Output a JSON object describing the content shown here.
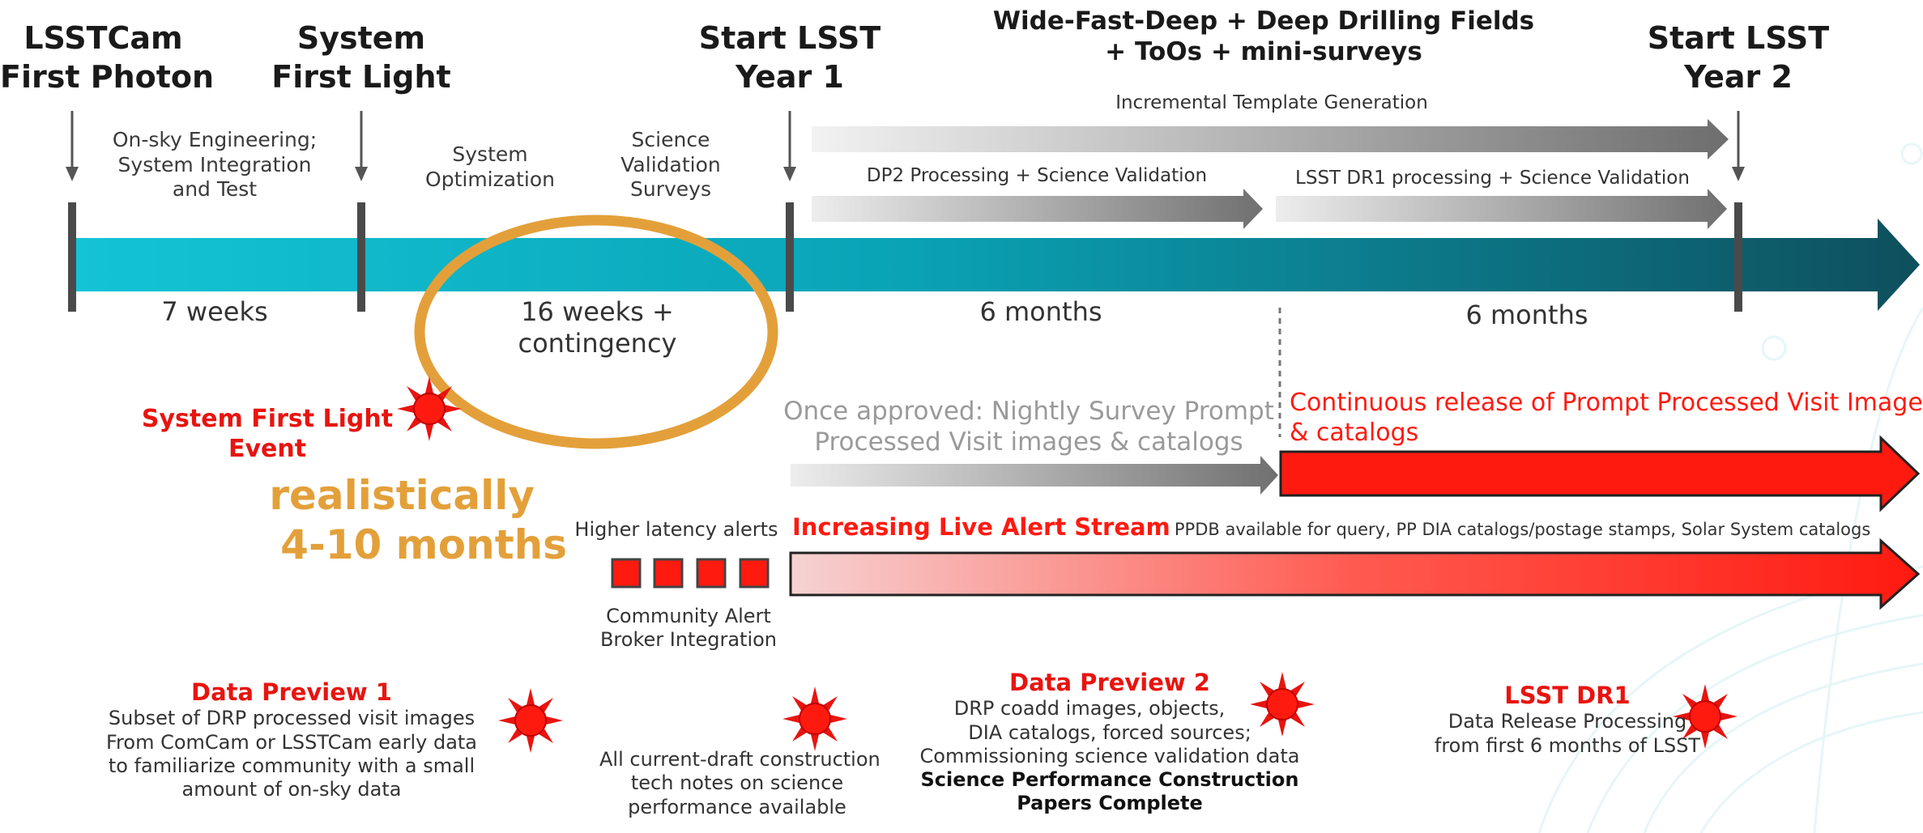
{
  "milestones": {
    "first_photon": [
      "LSSTCam",
      "First Photon"
    ],
    "first_light": [
      "System",
      "First Light"
    ],
    "year1": [
      "Start LSST",
      "Year 1"
    ],
    "year2": [
      "Start LSST",
      "Year 2"
    ]
  },
  "survey_title": [
    "Wide-Fast-Deep + Deep Drilling Fields",
    "+ ToOs + mini-surveys"
  ],
  "phases": {
    "engineering": [
      "On-sky Engineering;",
      "System Integration",
      "and Test"
    ],
    "optimization": [
      "System",
      "Optimization"
    ],
    "validation": [
      "Science",
      "Validation",
      "Surveys"
    ]
  },
  "bands": {
    "template": "Incremental Template Generation",
    "dp2": "DP2 Processing  + Science Validation",
    "dr1": "LSST DR1 processing + Science Validation"
  },
  "durations": {
    "d1": "7 weeks",
    "d2": [
      "16 weeks +",
      "contingency"
    ],
    "d3": "6 months",
    "d4": "6 months"
  },
  "first_light_event": [
    "System First Light",
    "Event"
  ],
  "realistic_note": [
    "realistically",
    "4-10 months"
  ],
  "prompt_processing": {
    "pending": [
      "Once approved: Nightly Survey Prompt",
      "Processed Visit images & catalogs"
    ],
    "release": [
      "Continuous release of Prompt Processed Visit Images",
      "& catalogs"
    ]
  },
  "alerts": {
    "higher_latency": "Higher latency alerts",
    "broker": [
      "Community Alert",
      "Broker Integration"
    ],
    "stream_title": "Increasing Live Alert Stream",
    "stream_detail": "PPDB available for query, PP DIA catalogs/postage stamps, Solar System catalogs"
  },
  "deliverables": {
    "dp1": {
      "title": "Data Preview 1",
      "lines": [
        "Subset of DRP processed visit images",
        "From ComCam or LSSTCam early data",
        "to familiarize community with a small",
        "amount of on-sky data"
      ]
    },
    "technotes": {
      "lines": [
        "All current-draft construction",
        "tech notes on science",
        "performance available"
      ]
    },
    "dp2": {
      "title": "Data Preview 2",
      "lines": [
        "DRP coadd images, objects,",
        "DIA catalogs, forced sources;",
        "Commissioning science validation data"
      ],
      "bold_lines": [
        "Science Performance Construction",
        "Papers Complete"
      ]
    },
    "dr1": {
      "title": "LSST DR1",
      "lines": [
        "Data Release Processing",
        "from first 6 months of LSST"
      ]
    }
  },
  "colors": {
    "timeline_start": "#13c4d6",
    "timeline_end": "#0e4f5d",
    "accent_red": "#ff1a10",
    "annotation_orange": "#e3a03a",
    "grey_arrow": "#6e6e6e"
  }
}
